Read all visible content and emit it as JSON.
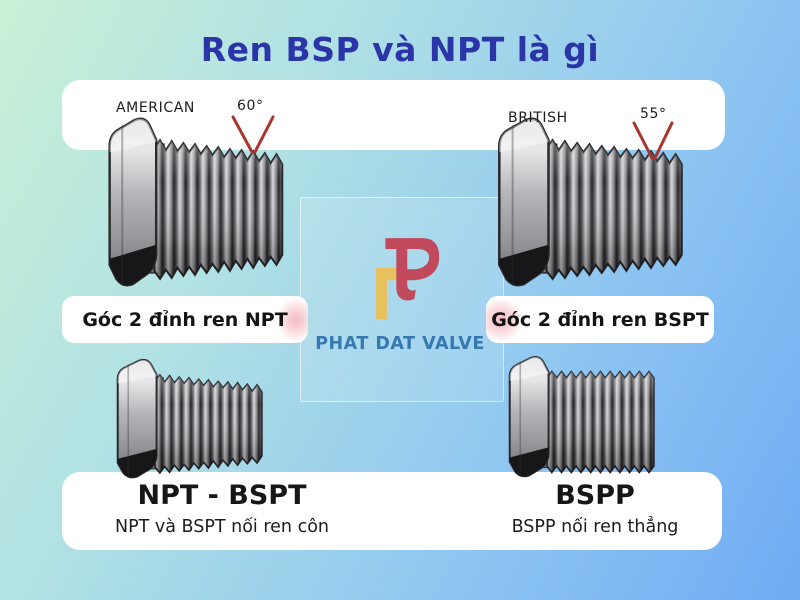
{
  "title": {
    "text": "Ren BSP và NPT là gì"
  },
  "annotations": {
    "american": {
      "label": "AMERICAN",
      "angle": "60°"
    },
    "british": {
      "label": "BRITISH",
      "angle": "55°"
    }
  },
  "captions": {
    "npt": "Góc 2 đỉnh ren NPT",
    "bspt": "Góc 2 đỉnh ren BSPT"
  },
  "footer": {
    "left": {
      "heading": "NPT - BSPT",
      "subtitle": "NPT và BSPT nối ren côn"
    },
    "right": {
      "heading": "BSPP",
      "subtitle": "BSPP nối ren thẳng"
    }
  },
  "brand": {
    "name": "PHAT DAT VALVE"
  },
  "icons": {
    "fittings": [
      "npt-tapered-hex-plug",
      "bspt-tapered-hex-plug",
      "npt-bspt-tapered-hex-plug",
      "bspp-parallel-hex-plug"
    ],
    "angle_marker": "red-v-angle-marker",
    "logo": "pd-monogram"
  },
  "colors": {
    "title_blue": "#2b35a8",
    "angle_marker_red": "#a93430",
    "brand_blue": "#3579b0",
    "logo_red": "#c04a5c",
    "logo_yellow": "#e8c05e",
    "panel_white": "#ffffff",
    "background_start": "#c9f0d6",
    "background_end": "#70abf4",
    "text_dark": "#1c1c1e"
  }
}
